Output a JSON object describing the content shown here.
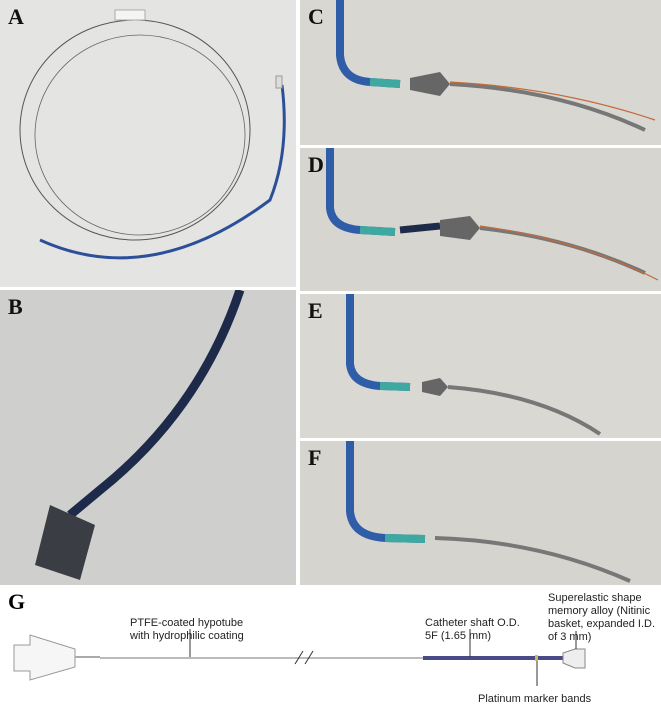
{
  "panels": {
    "A": "A",
    "B": "B",
    "C": "C",
    "D": "D",
    "E": "E",
    "F": "F",
    "G": "G"
  },
  "diagram": {
    "hypotube_label_1": "PTFE-coated hypotube",
    "hypotube_label_2": "with hydrophilic coating",
    "shaft_label_1": "Catheter shaft O.D.",
    "shaft_label_2": "5F (1.65 mm)",
    "basket_label_1": "Superelastic shape",
    "basket_label_2": "memory alloy (Nitinic",
    "basket_label_3": "basket, expanded I.D.",
    "basket_label_4": "of 3 mm)",
    "marker_label": "Platinum marker bands"
  },
  "colors": {
    "shaft": "#4a4a86",
    "catheter_blue": "#2f5da8",
    "teal": "#3fa8a0"
  }
}
